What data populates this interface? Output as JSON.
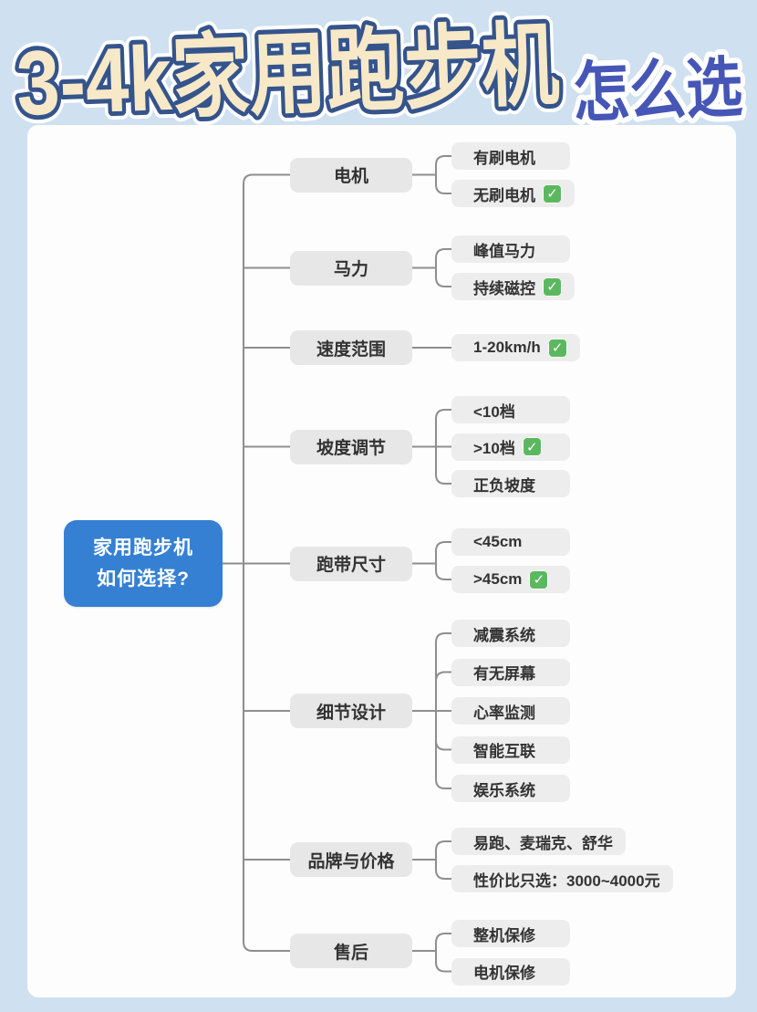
{
  "title": {
    "main": "3-4k家用跑步机",
    "accent": "怎么选"
  },
  "mindmap": {
    "root": {
      "line1": "家用跑步机",
      "line2": "如何选择?"
    },
    "branches": [
      {
        "label": "电机",
        "children": [
          {
            "label": "有刷电机",
            "checked": false
          },
          {
            "label": "无刷电机",
            "checked": true
          }
        ]
      },
      {
        "label": "马力",
        "children": [
          {
            "label": "峰值马力",
            "checked": false
          },
          {
            "label": "持续磁控",
            "checked": true
          }
        ]
      },
      {
        "label": "速度范围",
        "children": [
          {
            "label": "1-20km/h",
            "checked": true
          }
        ]
      },
      {
        "label": "坡度调节",
        "children": [
          {
            "label": "<10档",
            "checked": false
          },
          {
            "label": ">10档",
            "checked": true
          },
          {
            "label": "正负坡度",
            "checked": false
          }
        ]
      },
      {
        "label": "跑带尺寸",
        "children": [
          {
            "label": "<45cm",
            "checked": false
          },
          {
            "label": ">45cm",
            "checked": true
          }
        ]
      },
      {
        "label": "细节设计",
        "children": [
          {
            "label": "减震系统",
            "checked": false
          },
          {
            "label": "有无屏幕",
            "checked": false
          },
          {
            "label": "心率监测",
            "checked": false
          },
          {
            "label": "智能互联",
            "checked": false
          },
          {
            "label": "娱乐系统",
            "checked": false
          }
        ]
      },
      {
        "label": "品牌与价格",
        "children": [
          {
            "label": "易跑、麦瑞克、舒华",
            "checked": false
          },
          {
            "label": "性价比只选：3000~4000元",
            "checked": false
          }
        ]
      },
      {
        "label": "售后",
        "children": [
          {
            "label": "整机保修",
            "checked": false
          },
          {
            "label": "电机保修",
            "checked": false
          }
        ]
      }
    ]
  },
  "icons": {
    "check": "✓"
  },
  "colors": {
    "background": "#cfe0f0",
    "card": "#fdfdfd",
    "root_blue": "#3580d2",
    "topic_gray": "#e7e7e7",
    "leaf_gray": "#ededed",
    "connector_gray": "#8e8e8e",
    "check_green": "#5cb860",
    "title_cream": "#f7e9c8",
    "title_outline_blue": "#35548c",
    "accent_blue": "#4656b6",
    "node_text": "#333333"
  }
}
